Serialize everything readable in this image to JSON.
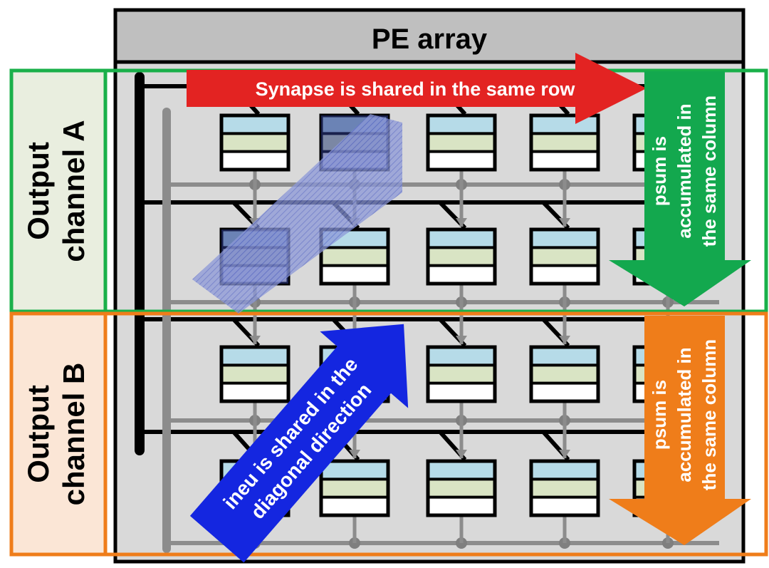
{
  "title": "PE array",
  "channels": {
    "a": {
      "line1": "Output",
      "line2": "channel A"
    },
    "b": {
      "line1": "Output",
      "line2": "channel B"
    }
  },
  "annotations": {
    "synapse": "Synapse is shared in the same row",
    "ineu_line1": "ineu is shared in the",
    "ineu_line2": "diagonal direction",
    "psum_a": [
      "psum is",
      "accumulated in",
      "the same column"
    ],
    "psum_b": [
      "psum is",
      "accumulated in",
      "the same column"
    ]
  },
  "colors": {
    "panel": "#d9d9d9",
    "header": "#bfbfbf",
    "channel_a_border": "#1ab04a",
    "channel_a_fill": "#e9eedf",
    "channel_b_border": "#ef7d1a",
    "channel_b_fill": "#fbe6d6",
    "synapse_arrow": "#e32322",
    "psum_a_arrow": "#13a84e",
    "psum_b_arrow": "#ef7d1a",
    "ineu_arrow": "#1426e0",
    "pe_top": "#b6dbe8",
    "pe_mid": "#d9e4c4",
    "pe_bottom": "#ffffff"
  },
  "grid": {
    "rows": 4,
    "columns": 5
  }
}
